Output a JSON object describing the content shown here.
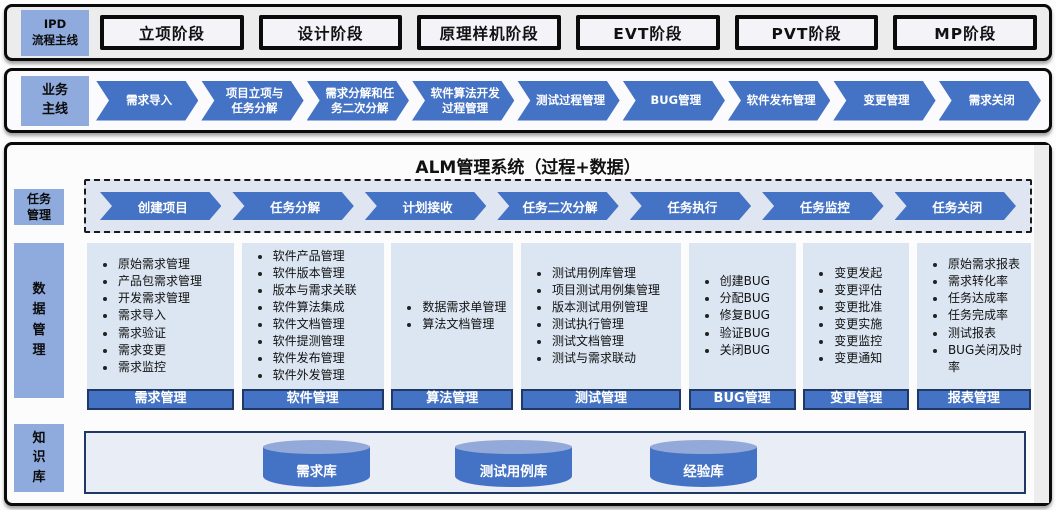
{
  "ipd_band": {
    "label": "IPD\n流程主线",
    "stages": [
      "立项阶段",
      "设计阶段",
      "原理样机阶段",
      "EVT阶段",
      "PVT阶段",
      "MP阶段"
    ]
  },
  "business_band": {
    "label": "业务\n主线",
    "steps": [
      "需求导入",
      "项目立项与\n任务分解",
      "需求分解和任\n务二次分解",
      "软件算法开发\n过程管理",
      "测试过程管理",
      "BUG管理",
      "软件发布管理",
      "变更管理",
      "需求关闭"
    ]
  },
  "alm": {
    "title": "ALM管理系统（过程+数据）",
    "task_row": {
      "label": "任务\n管理",
      "steps": [
        "创建项目",
        "任务分解",
        "计划接收",
        "任务二次分解",
        "任务执行",
        "任务监控",
        "任务关闭"
      ]
    },
    "data_row": {
      "label": "数\n据\n管\n理",
      "columns": [
        {
          "title": "需求管理",
          "items": [
            "原始需求管理",
            "产品包需求管理",
            "开发需求管理",
            "需求导入",
            "需求验证",
            "需求变更",
            "需求监控"
          ]
        },
        {
          "title": "软件管理",
          "items": [
            "软件产品管理",
            "软件版本管理",
            "版本与需求关联",
            "软件算法集成",
            "软件文档管理",
            "软件提测管理",
            "软件发布管理",
            "软件外发管理"
          ]
        },
        {
          "title": "算法管理",
          "items": [
            "数据需求单管理",
            "算法文档管理"
          ]
        },
        {
          "title": "测试管理",
          "items": [
            "测试用例库管理",
            "项目测试用例集管理",
            "版本测试用例管理",
            "测试执行管理",
            "测试文档管理",
            "测试与需求联动"
          ]
        },
        {
          "title": "BUG管理",
          "items": [
            "创建BUG",
            "分配BUG",
            "修复BUG",
            "验证BUG",
            "关闭BUG"
          ]
        },
        {
          "title": "变更管理",
          "items": [
            "变更发起",
            "变更评估",
            "变更批准",
            "变更实施",
            "变更监控",
            "变更通知"
          ]
        },
        {
          "title": "报表管理",
          "items": [
            "原始需求报表",
            "需求转化率",
            "任务达成率",
            "任务完成率",
            "测试报表",
            "BUG关闭及时率"
          ]
        }
      ]
    },
    "knowledge_row": {
      "label": "知\n识\n库",
      "databases": [
        "需求库",
        "测试用例库",
        "经验库"
      ]
    }
  },
  "colors": {
    "arrow_blue": "#4472c4",
    "label_slate": "#8faadc",
    "panel_blue": "#dce6f2",
    "dashed_bg": "#dfe5f1",
    "navy": "#1f3864",
    "kbox_bg": "#e9edf6"
  }
}
